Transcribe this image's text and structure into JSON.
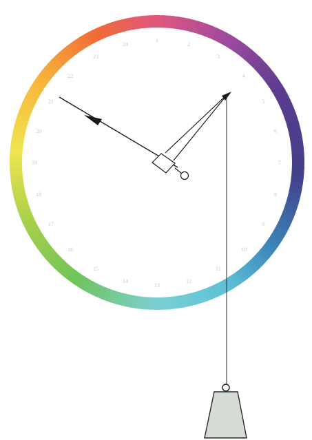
{
  "dial": {
    "ring_colors": [
      {
        "angle": 0,
        "color": "#e0577f"
      },
      {
        "angle": 30,
        "color": "#9d4a9f"
      },
      {
        "angle": 60,
        "color": "#5a3c8e"
      },
      {
        "angle": 95,
        "color": "#433f8a"
      },
      {
        "angle": 125,
        "color": "#3a82b8"
      },
      {
        "angle": 150,
        "color": "#5cc0d6"
      },
      {
        "angle": 180,
        "color": "#7ccfd3"
      },
      {
        "angle": 215,
        "color": "#6fc45a"
      },
      {
        "angle": 245,
        "color": "#a7d04a"
      },
      {
        "angle": 275,
        "color": "#f0e44f"
      },
      {
        "angle": 305,
        "color": "#f7b63a"
      },
      {
        "angle": 335,
        "color": "#f06a37"
      },
      {
        "angle": 360,
        "color": "#e0577f"
      }
    ],
    "labels": [
      "2",
      "3",
      "4",
      "5",
      "6",
      "7",
      "8",
      "9",
      "10",
      "11",
      "12",
      "13",
      "14",
      "15",
      "16",
      "17",
      "18",
      "19",
      "20",
      "21",
      "22",
      "23",
      "24",
      "1"
    ]
  },
  "colors": {
    "line": "#1a1a1a",
    "weight_fill": "#d5dcd6",
    "weight_stroke": "#2a2a2a"
  },
  "icons": {
    "weight": "counterweight",
    "pivot": "pivot-circle"
  }
}
